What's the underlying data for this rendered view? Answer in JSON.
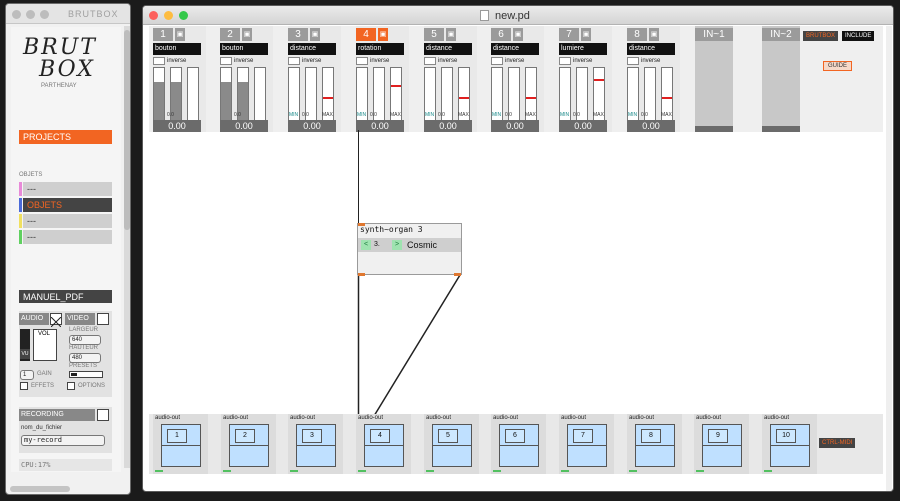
{
  "left_window": {
    "title": "BRUTBOX",
    "logo_text_1": "BRUT",
    "logo_text_2": "BOX",
    "subtitle": "PARTHENAY",
    "projects_label": "PROJECTS",
    "objets_header": "OBJETS",
    "slots": [
      "---",
      "OBJETS",
      "---",
      "---"
    ],
    "manuel_label": "MANUEL_PDF",
    "audio_label": "AUDIO",
    "video_label": "VIDEO",
    "vol_label": "VOL",
    "vu_label": "VU",
    "largeur_label": "LARGEUR",
    "largeur_value": "640",
    "hauteur_label": "HAUTEUR",
    "hauteur_value": "480",
    "presets_label": "PRESETS",
    "gain_value": "1",
    "gain_label": "GAIN",
    "effets_label": "EFFETS",
    "options_label": "OPTIONS",
    "recording_label": "RECORDING",
    "filename_label": "nom_du_fichier",
    "record_name": "my-record",
    "cpu": "CPU:17%"
  },
  "main_window": {
    "title": "new.pd",
    "channels": [
      {
        "num": "1",
        "name": "bouton",
        "inverse": "inverse",
        "value": "0.00",
        "active": false
      },
      {
        "num": "2",
        "name": "bouton",
        "inverse": "inverse",
        "value": "0.00",
        "active": false
      },
      {
        "num": "3",
        "name": "distance",
        "inverse": "inverse",
        "value": "0.00",
        "active": false
      },
      {
        "num": "4",
        "name": "rotation",
        "inverse": "inverse",
        "value": "0.00",
        "active": true
      },
      {
        "num": "5",
        "name": "distance",
        "inverse": "inverse",
        "value": "0.00",
        "active": false
      },
      {
        "num": "6",
        "name": "distance",
        "inverse": "inverse",
        "value": "0.00",
        "active": false
      },
      {
        "num": "7",
        "name": "lumiere",
        "inverse": "inverse",
        "value": "0.00",
        "active": false
      },
      {
        "num": "8",
        "name": "distance",
        "inverse": "inverse",
        "value": "0.00",
        "active": false
      }
    ],
    "inputs": [
      "IN~1",
      "IN~2"
    ],
    "brutbox_tag": "BRUTBOX",
    "include_tag": "INCLUDE",
    "guide_label": "GUIDE",
    "slider_small": "0.0",
    "slider_max": "MAX",
    "slider_min": "MIN",
    "synth": {
      "title": "synth~organ 3",
      "prev": "<",
      "num": "3.",
      "next": ">",
      "preset": "Cosmic"
    },
    "audio_outs": [
      {
        "label": "audio-out",
        "num": "1"
      },
      {
        "label": "audio-out",
        "num": "2"
      },
      {
        "label": "audio-out",
        "num": "3"
      },
      {
        "label": "audio-out",
        "num": "4"
      },
      {
        "label": "audio-out",
        "num": "5"
      },
      {
        "label": "audio-out",
        "num": "6"
      },
      {
        "label": "audio-out",
        "num": "7"
      },
      {
        "label": "audio-out",
        "num": "8"
      },
      {
        "label": "audio-out",
        "num": "9"
      },
      {
        "label": "audio-out",
        "num": "10"
      }
    ],
    "ctrl_midi": "CTRL-MIDI"
  },
  "colors": {
    "accent": "#f26522",
    "dark": "#111111",
    "audio_blue": "#bfe0ff"
  }
}
